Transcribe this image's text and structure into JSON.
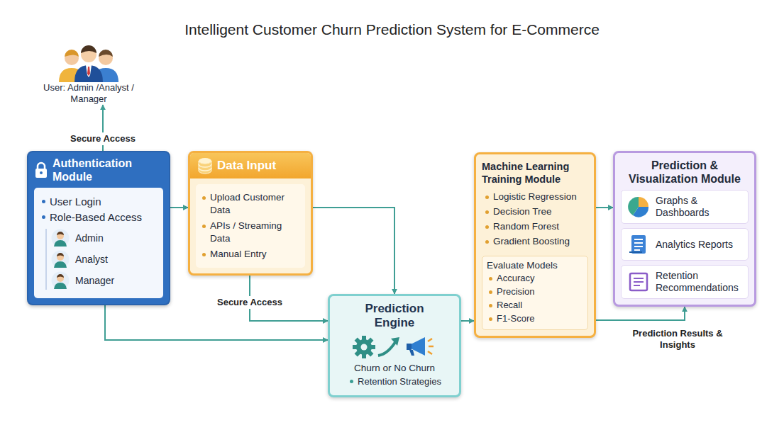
{
  "diagram": {
    "title": "Intelligent Customer Churn Prediction System for E-Commerce",
    "nodes": [
      {
        "text": [
          "User: Admin /Analyst / Manager"
        ]
      },
      {
        "text": [
          "Authentication Module"
        ]
      },
      {
        "text": [
          "User Login",
          "Role-Based Access"
        ],
        "in": 1
      },
      {
        "text": [
          "Admin"
        ],
        "in": 2
      },
      {
        "text": [
          "Analyst"
        ],
        "in": 2
      },
      {
        "text": [
          "Manager"
        ],
        "in": 2
      },
      {
        "text": [
          "Data Input"
        ]
      },
      {
        "text": [
          "Upload Customer Data",
          "APIs / Streaming Data",
          "Manual Entry"
        ],
        "in": 6
      },
      {
        "text": [
          "Prediction Engine",
          "Churn or No Churn",
          "Retention Strategies"
        ]
      },
      {
        "text": [
          "Machine Learning Training Module"
        ]
      },
      {
        "text": [
          "Logistic Regression",
          "Decision Tree",
          "Random Forest",
          "Gradient Boosting"
        ],
        "in": 9
      },
      {
        "text": [
          "Evaluate Models",
          "Accuracy",
          "Precision",
          "Recall",
          "F1-Score"
        ],
        "in": 9
      },
      {
        "text": [
          "Prediction & Visualization Module"
        ]
      },
      {
        "text": [
          "Graphs & Dashboards"
        ],
        "in": 12
      },
      {
        "text": [
          "Analytics Reports"
        ],
        "in": 12
      },
      {
        "text": [
          "Retention Recommendations"
        ],
        "in": 12
      }
    ],
    "edges": [
      {
        "from": 1,
        "to": 0,
        "label": "Secure Access",
        "arrow": "to"
      },
      {
        "from": 1,
        "to": 6,
        "arrow": "to"
      },
      {
        "from": 6,
        "to": 8,
        "arrow": "to"
      },
      {
        "from": 6,
        "to": 8,
        "label": "Secure Access",
        "arrow": "to"
      },
      {
        "from": 1,
        "to": 8,
        "arrow": "to"
      },
      {
        "from": 8,
        "to": 9,
        "arrow": "to"
      },
      {
        "from": 9,
        "to": 12,
        "arrow": "to"
      },
      {
        "from": 9,
        "to": 12,
        "label": "Prediction Results & Insights",
        "arrow": "to"
      }
    ]
  }
}
